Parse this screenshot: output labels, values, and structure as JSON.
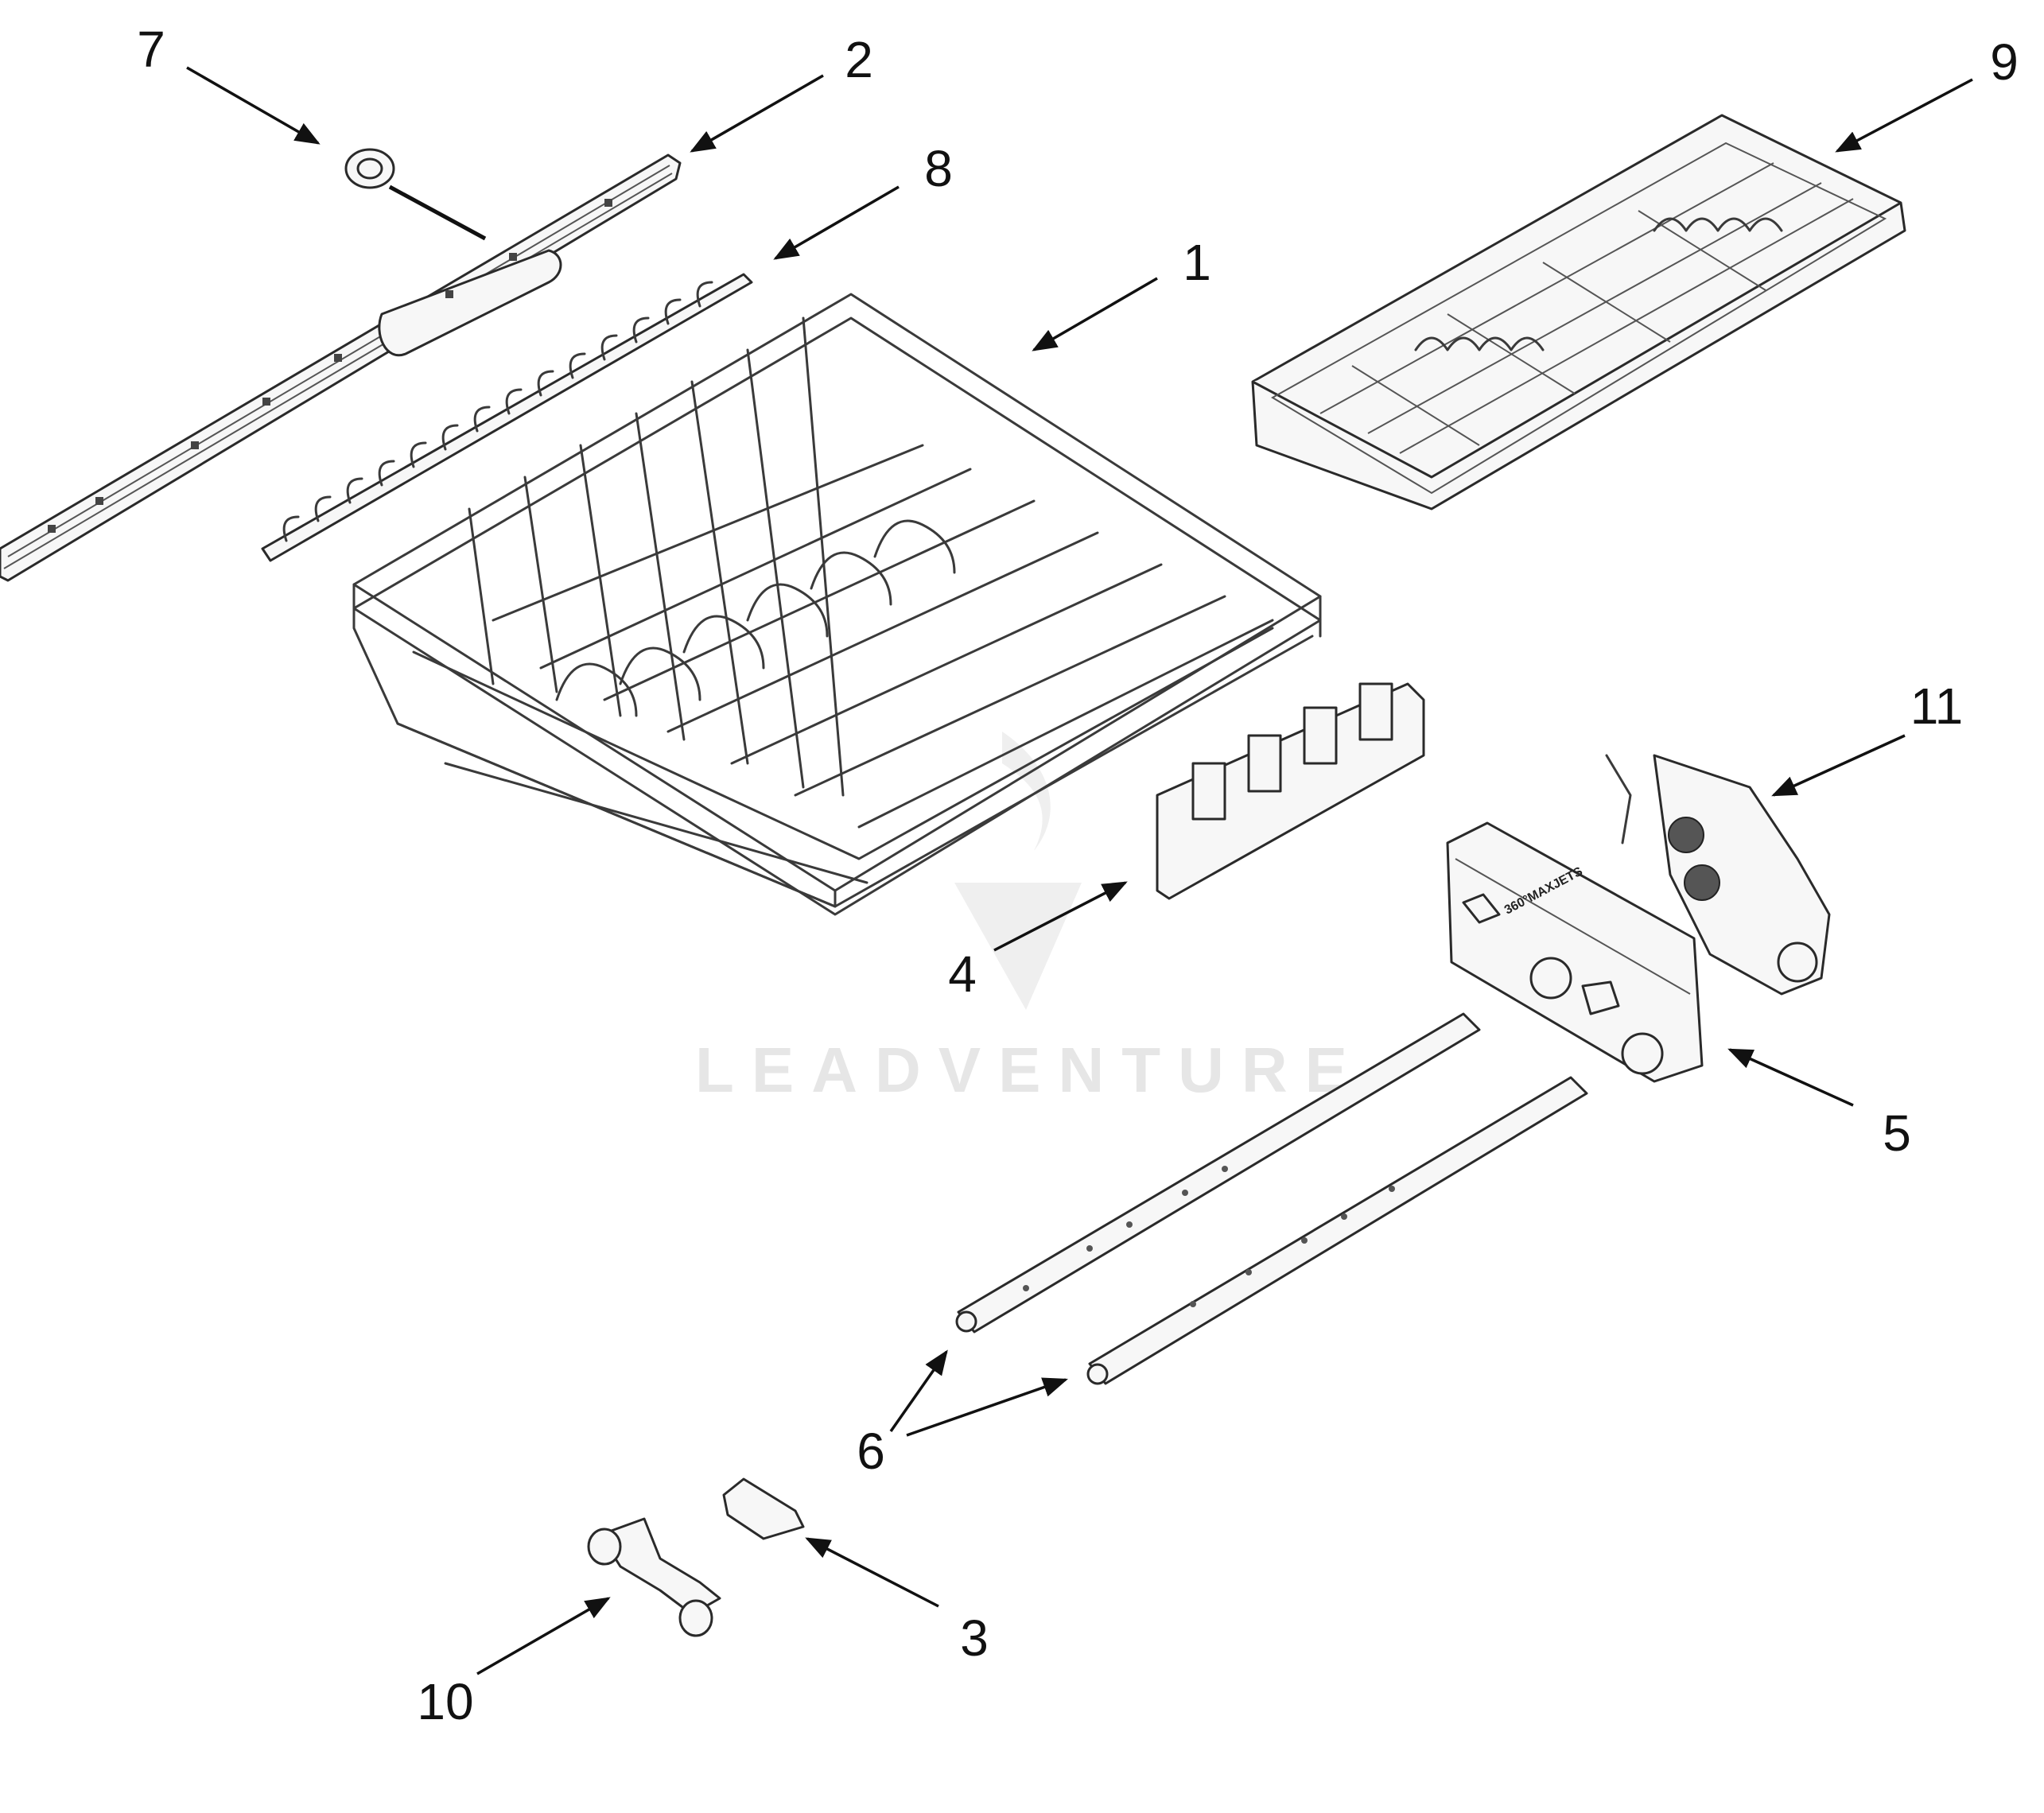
{
  "callouts": [
    {
      "id": "7",
      "label": "7"
    },
    {
      "id": "2",
      "label": "2"
    },
    {
      "id": "8",
      "label": "8"
    },
    {
      "id": "1",
      "label": "1"
    },
    {
      "id": "9",
      "label": "9"
    },
    {
      "id": "11",
      "label": "11"
    },
    {
      "id": "4",
      "label": "4"
    },
    {
      "id": "5",
      "label": "5"
    },
    {
      "id": "6",
      "label": "6"
    },
    {
      "id": "3",
      "label": "3"
    },
    {
      "id": "10",
      "label": "10"
    }
  ],
  "watermark": "LEADVENTURE",
  "panel_text": "360°MAXJETS"
}
